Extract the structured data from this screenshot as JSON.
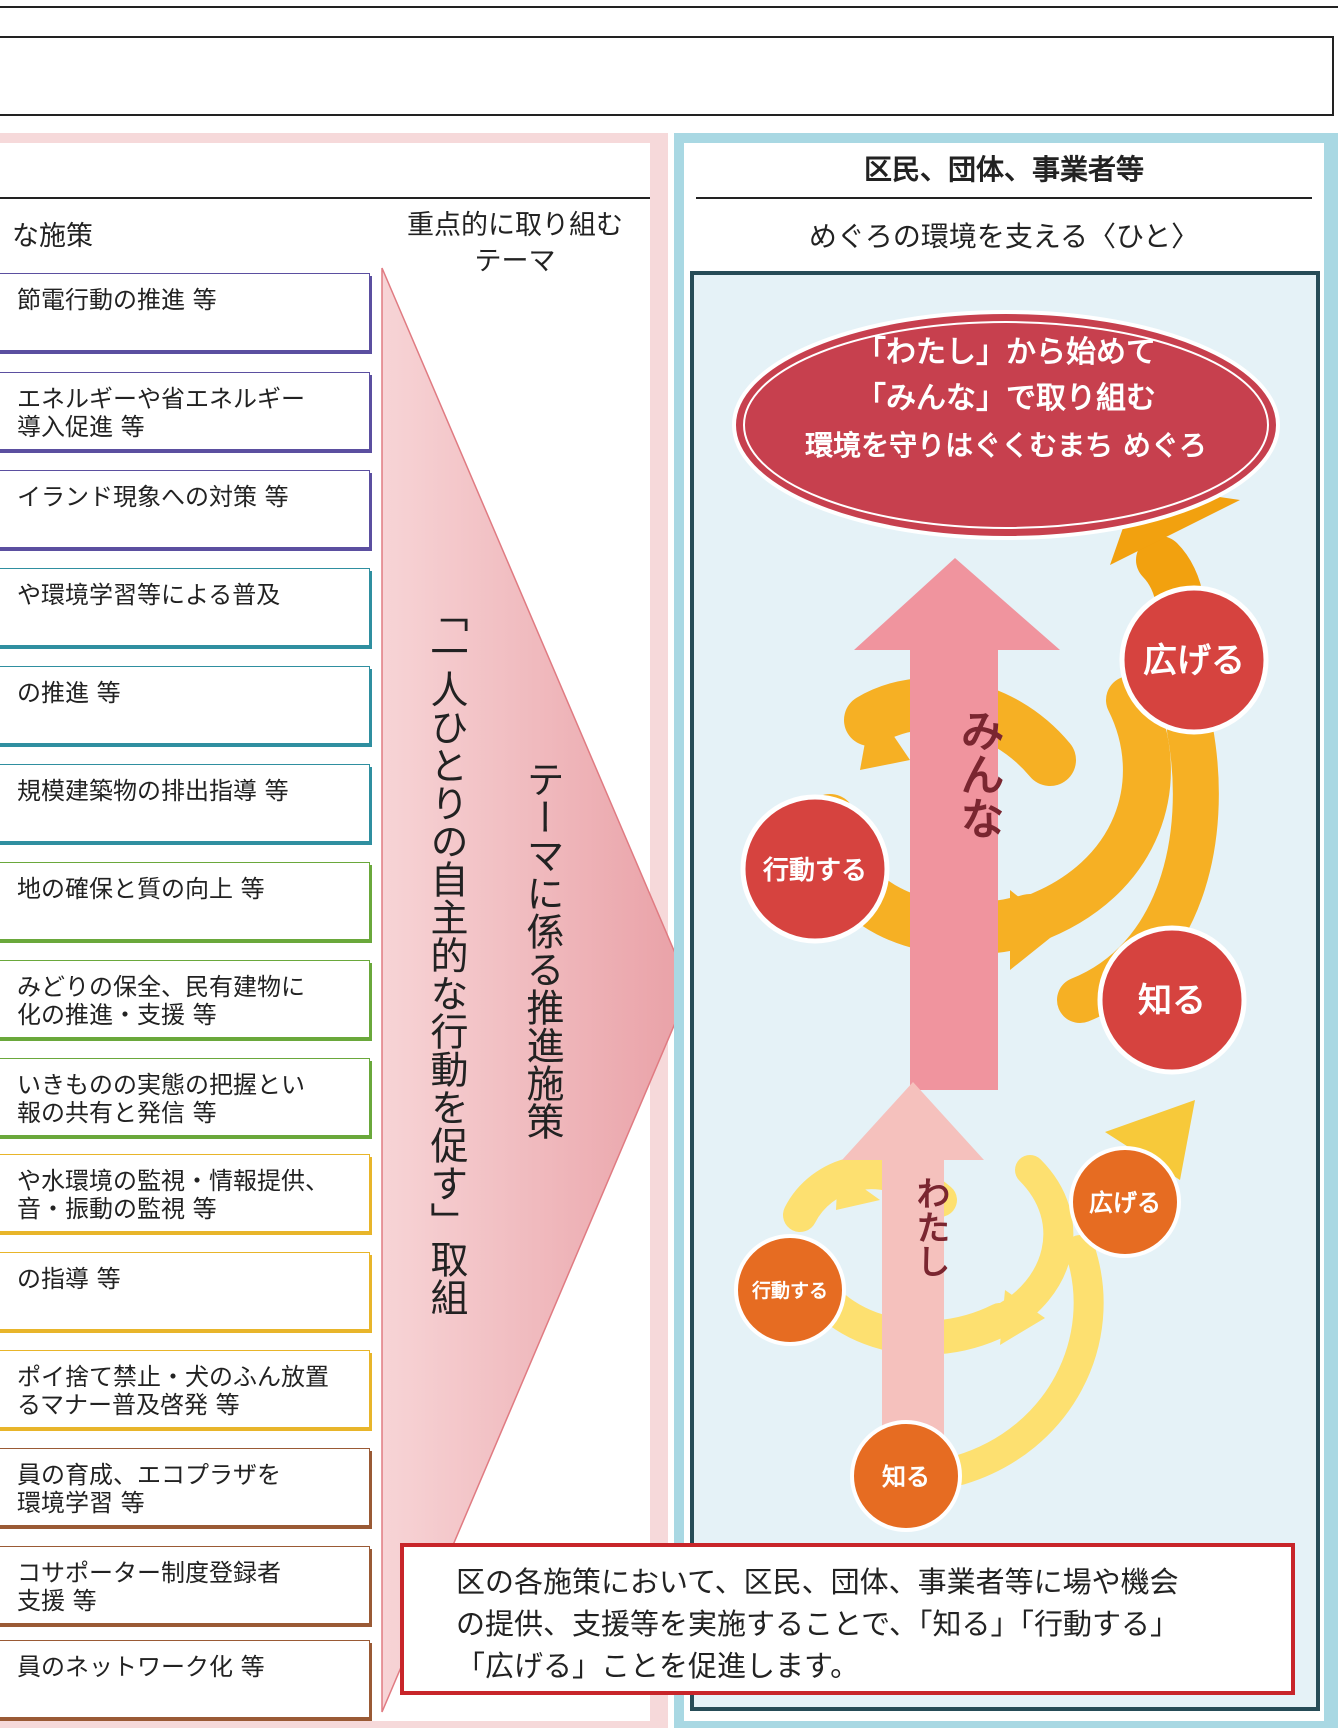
{
  "left": {
    "col_measures_header": "な施策",
    "col_theme_header": "重点的に取り組む\nテーマ",
    "measures": [
      {
        "text": "節電行動の推進 等",
        "color": "#5b4fa0"
      },
      {
        "text": "エネルギーや省エネルギー\n導入促進 等",
        "color": "#5b4fa0"
      },
      {
        "text": "イランド現象への対策 等",
        "color": "#5b4fa0"
      },
      {
        "text": "や環境学習等による普及",
        "color": "#2f8fa0"
      },
      {
        "text": "の推進 等",
        "color": "#2f8fa0"
      },
      {
        "text": "規模建築物の排出指導 等",
        "color": "#2f8fa0"
      },
      {
        "text": "地の確保と質の向上 等",
        "color": "#6aa83b"
      },
      {
        "text": "みどりの保全、民有建物に\n化の推進・支援 等",
        "color": "#6aa83b"
      },
      {
        "text": "いきものの実態の把握とい\n報の共有と発信 等",
        "color": "#6aa83b"
      },
      {
        "text": "や水環境の監視・情報提供、\n音・振動の監視 等",
        "color": "#e8b52a"
      },
      {
        "text": "の指導 等",
        "color": "#e8b52a"
      },
      {
        "text": "ポイ捨て禁止・犬のふん放置\nるマナー普及啓発 等",
        "color": "#e8b52a"
      },
      {
        "text": "員の育成、エコプラザを\n環境学習 等",
        "color": "#9a5a35"
      },
      {
        "text": "コサポーター制度登録者\n支援 等",
        "color": "#9a5a35"
      },
      {
        "text": "員のネットワーク化 等",
        "color": "#9a5a35"
      }
    ],
    "vertical_inner": "テーマに係る推進施策",
    "vertical_outer": "「一人ひとりの自主的な行動を促す」取組"
  },
  "right": {
    "title": "区民、団体、事業者等",
    "subtitle": "めぐろの環境を支える〈ひと〉",
    "goal_lines": [
      "「わたし」から始めて",
      "「みんな」で取り組む",
      "環境を守りはぐくむまち めぐろ"
    ],
    "minna_label": "みんな",
    "watashi_label": "わたし",
    "nodes": {
      "big_spread": "広げる",
      "big_act": "行動する",
      "big_know": "知る",
      "small_spread": "広げる",
      "small_act": "行動する",
      "small_know": "知る"
    },
    "info_text": "区の各施策において、区民、団体、事業者等に場や機会\nの提供、支援等を実施することで、「知る」「行動する」\n「広げる」ことを促進します。"
  },
  "colors": {
    "left_band": "#f6d9da",
    "right_band": "#a9d8e3",
    "goal_red": "#c7404e",
    "accent_red": "#c8252a"
  }
}
